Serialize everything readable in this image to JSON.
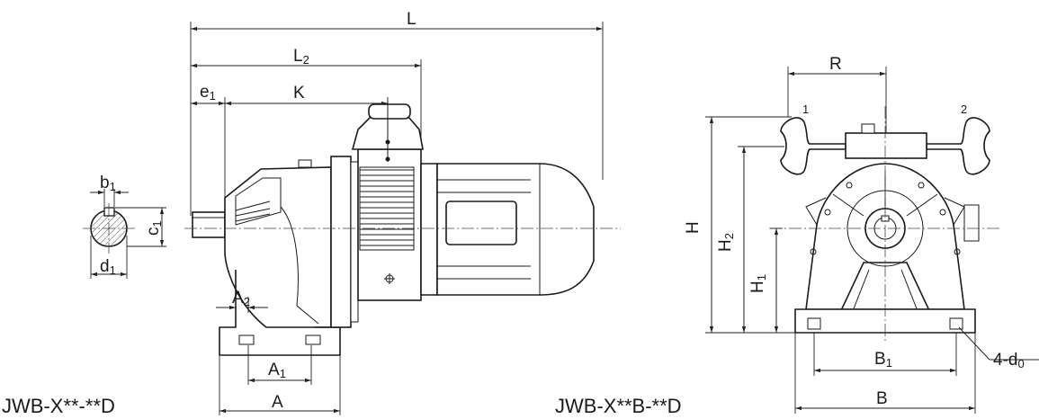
{
  "labels": {
    "L": "L",
    "L2": "L",
    "L2_sub": "2",
    "e1": "e",
    "e1_sub": "1",
    "K": "K",
    "b1": "b",
    "b1_sub": "1",
    "c1": "c",
    "c1_sub": "1",
    "d1": "d",
    "d1_sub": "1",
    "A2": "A",
    "A2_sub": "2",
    "A1": "A",
    "A1_sub": "1",
    "A": "A",
    "R": "R",
    "H": "H",
    "H2": "H",
    "H2_sub": "2",
    "H1": "H",
    "H1_sub": "1",
    "B1": "B",
    "B1_sub": "1",
    "B": "B",
    "holes": "4-d",
    "holes_sub": "0",
    "handwheel_1": "1",
    "handwheel_2": "2"
  },
  "models": {
    "side_view": "JWB-X**-**D",
    "front_view": "JWB-X**B-**D"
  }
}
